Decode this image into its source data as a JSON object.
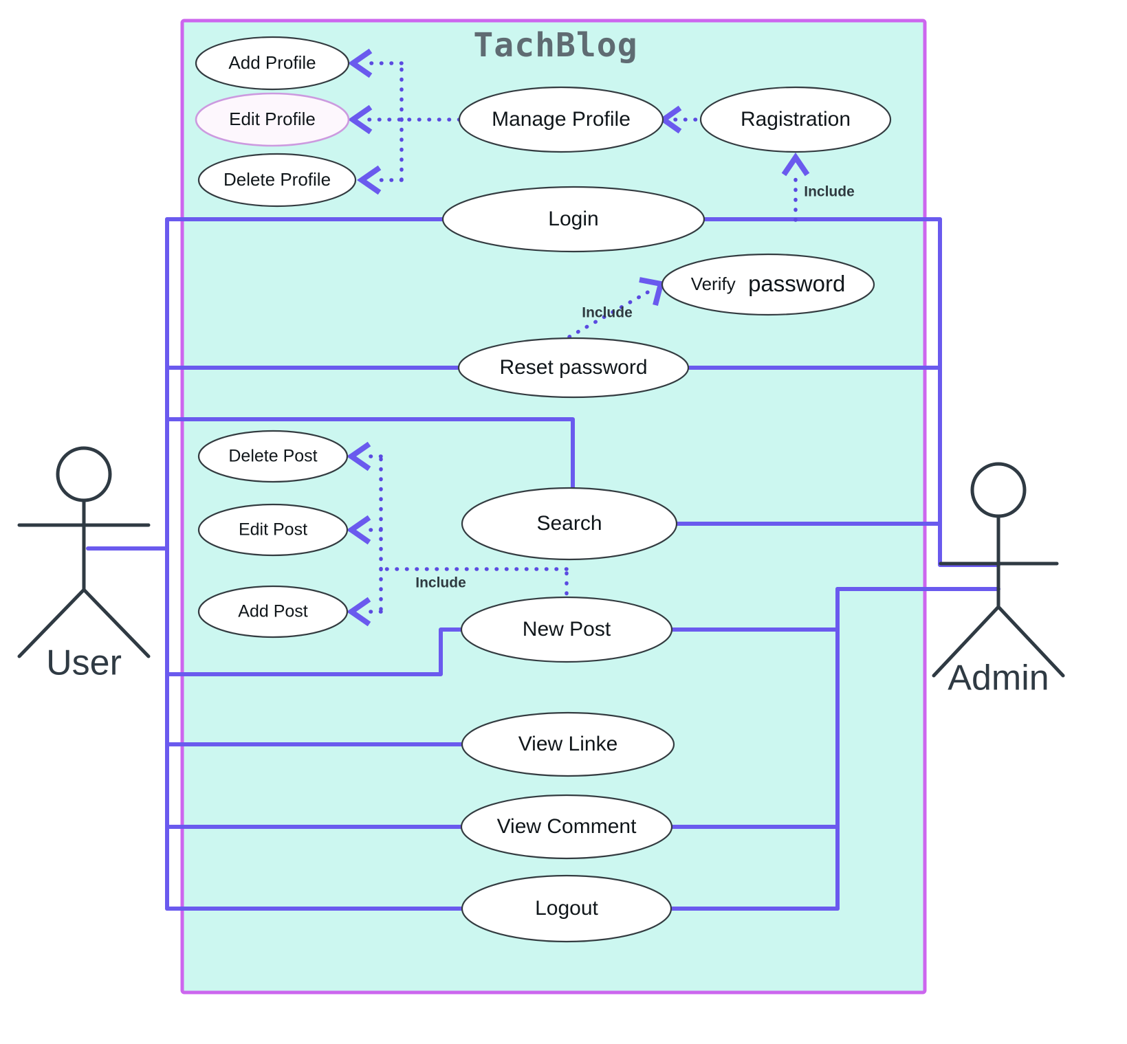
{
  "diagram": {
    "kind": "uml-use-case-diagram",
    "system_title": "TachBlog",
    "colors": {
      "system_fill": "#ccf7f0",
      "system_border": "#cc66ee",
      "association": "#6a5aee",
      "include": "#5a4ae0",
      "ellipse_fill": "#ffffff",
      "ellipse_border": "#333b40",
      "highlight_border": "#cc9adf",
      "title_text": "#5f6b72",
      "actor_stroke": "#2f3a43",
      "page_background": "#ffffff"
    }
  },
  "actors": [
    {
      "id": "user",
      "name": "User"
    },
    {
      "id": "admin",
      "name": "Admin"
    }
  ],
  "use_cases": [
    {
      "id": "add_profile",
      "label": "Add Profile"
    },
    {
      "id": "edit_profile",
      "label": "Edit Profile"
    },
    {
      "id": "delete_profile",
      "label": "Delete Profile"
    },
    {
      "id": "manage_profile",
      "label": "Manage Profile"
    },
    {
      "id": "ragistration",
      "label": "Ragistration"
    },
    {
      "id": "login",
      "label": "Login"
    },
    {
      "id": "verify_password",
      "label": "Verify password",
      "label_part1": "Verify",
      "label_part2": "password"
    },
    {
      "id": "reset_password",
      "label": "Reset password"
    },
    {
      "id": "delete_post",
      "label": "Delete Post"
    },
    {
      "id": "edit_post",
      "label": "Edit Post"
    },
    {
      "id": "add_post",
      "label": "Add Post"
    },
    {
      "id": "search",
      "label": "Search"
    },
    {
      "id": "new_post",
      "label": "New Post"
    },
    {
      "id": "view_linke",
      "label": "View Linke"
    },
    {
      "id": "view_comment",
      "label": "View Comment"
    },
    {
      "id": "logout",
      "label": "Logout"
    }
  ],
  "include_labels": [
    {
      "id": "inc_registration",
      "text": "Include"
    },
    {
      "id": "inc_verify",
      "text": "Include"
    },
    {
      "id": "inc_post",
      "text": "Include"
    }
  ],
  "relationships": {
    "includes": [
      {
        "from": "manage_profile",
        "to": "add_profile",
        "stereotype": "Include"
      },
      {
        "from": "manage_profile",
        "to": "edit_profile",
        "stereotype": "Include"
      },
      {
        "from": "manage_profile",
        "to": "delete_profile",
        "stereotype": "Include"
      },
      {
        "from": "ragistration",
        "to": "manage_profile",
        "stereotype": "Include"
      },
      {
        "from": "login",
        "to": "ragistration",
        "stereotype": "Include"
      },
      {
        "from": "reset_password",
        "to": "verify_password",
        "stereotype": "Include"
      },
      {
        "from": "new_post",
        "to": "delete_post",
        "stereotype": "Include"
      },
      {
        "from": "new_post",
        "to": "edit_post",
        "stereotype": "Include"
      },
      {
        "from": "new_post",
        "to": "add_post",
        "stereotype": "Include"
      }
    ],
    "associations": [
      {
        "actor": "user",
        "use_case": "login"
      },
      {
        "actor": "user",
        "use_case": "reset_password"
      },
      {
        "actor": "user",
        "use_case": "search"
      },
      {
        "actor": "user",
        "use_case": "new_post"
      },
      {
        "actor": "user",
        "use_case": "view_linke"
      },
      {
        "actor": "user",
        "use_case": "view_comment"
      },
      {
        "actor": "user",
        "use_case": "logout"
      },
      {
        "actor": "admin",
        "use_case": "login"
      },
      {
        "actor": "admin",
        "use_case": "reset_password"
      },
      {
        "actor": "admin",
        "use_case": "search"
      },
      {
        "actor": "admin",
        "use_case": "new_post"
      },
      {
        "actor": "admin",
        "use_case": "view_comment"
      },
      {
        "actor": "admin",
        "use_case": "logout"
      }
    ]
  }
}
